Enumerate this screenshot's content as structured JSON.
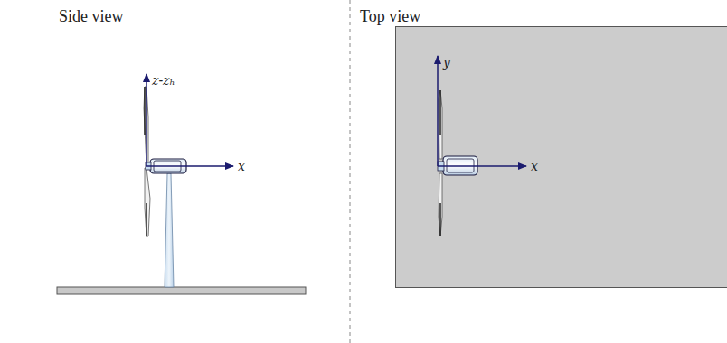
{
  "diagram": {
    "labels": [
      "Side view",
      "Top view",
      "z-zₕ",
      "y",
      "x",
      "x"
    ]
  }
}
